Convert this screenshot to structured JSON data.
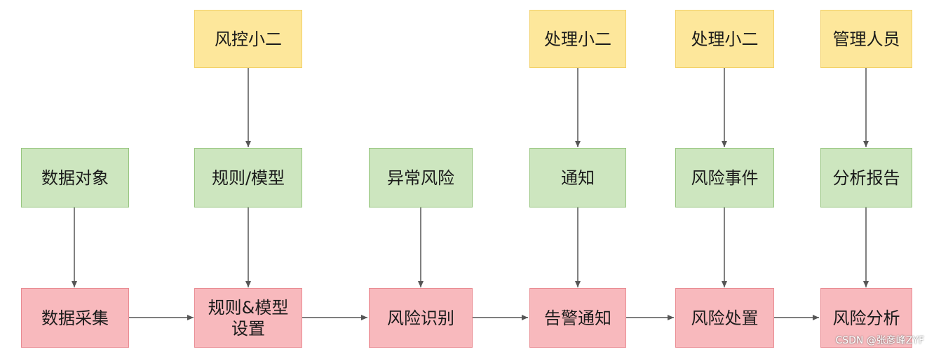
{
  "actors": [
    "风控小二",
    "处理小二",
    "处理小二",
    "管理人员"
  ],
  "inputs": [
    "数据对象",
    "规则/模型",
    "异常风险",
    "通知",
    "风险事件",
    "分析报告"
  ],
  "steps": [
    "数据采集",
    "规则&模型\n设置",
    "风险识别",
    "告警通知",
    "风险处置",
    "风险分析"
  ],
  "watermark": "CSDN @张彦峰ZYF",
  "colors": {
    "actor_fill": "#fde79b",
    "input_fill": "#cde6bf",
    "step_fill": "#f8b9bd",
    "arrow": "#555555"
  }
}
